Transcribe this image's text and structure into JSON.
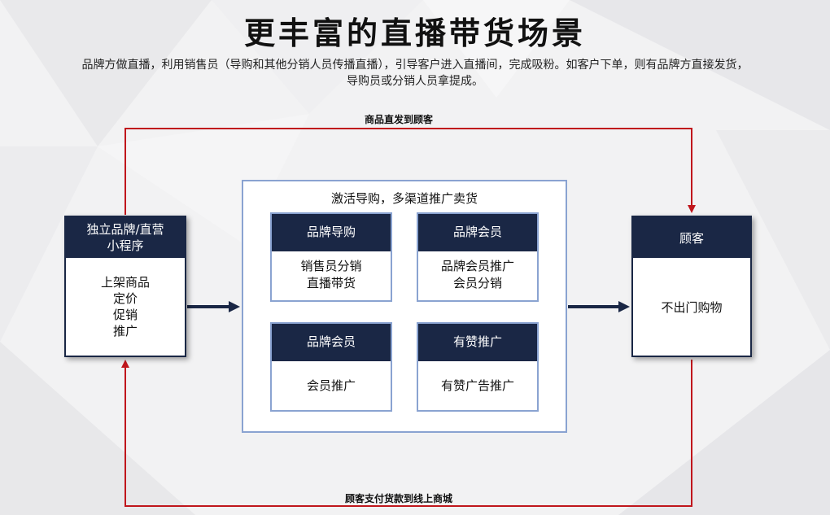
{
  "title": "更丰富的直播带货场景",
  "subtitle_lines": [
    "品牌方做直播，利用销售员（导购和其他分销人员传播直播），引导客户进入直播间，完成吸粉。如客户下单，则有品牌方直接发货，",
    "导购员或分销人员拿提成。"
  ],
  "flows": {
    "top_label": "商品直发到顾客",
    "bottom_label": "顾客支付货款到线上商城"
  },
  "left_box": {
    "head_lines": [
      "独立品牌/直营",
      "小程序"
    ],
    "body_lines": [
      "上架商品",
      "定价",
      "促销",
      "推广"
    ]
  },
  "group": {
    "title": "激活导购，多渠道推广卖货",
    "cards": [
      {
        "head": "品牌导购",
        "body_lines": [
          "销售员分销",
          "直播带货"
        ]
      },
      {
        "head": "品牌会员",
        "body_lines": [
          "品牌会员推广",
          "会员分销"
        ]
      },
      {
        "head": "品牌会员",
        "body_lines": [
          "会员推广"
        ]
      },
      {
        "head": "有赞推广",
        "body_lines": [
          "有赞广告推广"
        ]
      }
    ]
  },
  "right_box": {
    "head": "顾客",
    "body": "不出门购物"
  },
  "colors": {
    "navy": "#1a2745",
    "group_border": "#8aa3d1",
    "flow_red": "#c0161c"
  }
}
